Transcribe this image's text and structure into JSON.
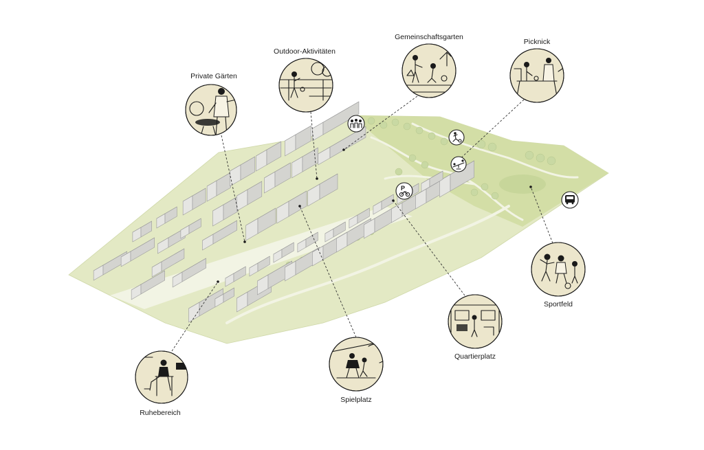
{
  "diagram": {
    "labels": {
      "private_gardens": "Private Gärten",
      "outdoor": "Outdoor-Aktivitäten",
      "community_garden": "Gemeinschaftsgarten",
      "picnic": "Picknick",
      "sports_field": "Sportfeld",
      "quarter_square": "Quartierplatz",
      "playground": "Spielplatz",
      "rest_area": "Ruhebereich"
    },
    "map_icons": [
      "people-group-icon",
      "ball-player-icon",
      "seesaw-icon",
      "bike-parking-icon",
      "bus-icon"
    ],
    "colors": {
      "green_light": "#e3e9c4",
      "green_mid": "#d3dea6",
      "path": "#f2f4e4",
      "vignette": "#ece6cc",
      "ink": "#1a1a1a"
    }
  }
}
